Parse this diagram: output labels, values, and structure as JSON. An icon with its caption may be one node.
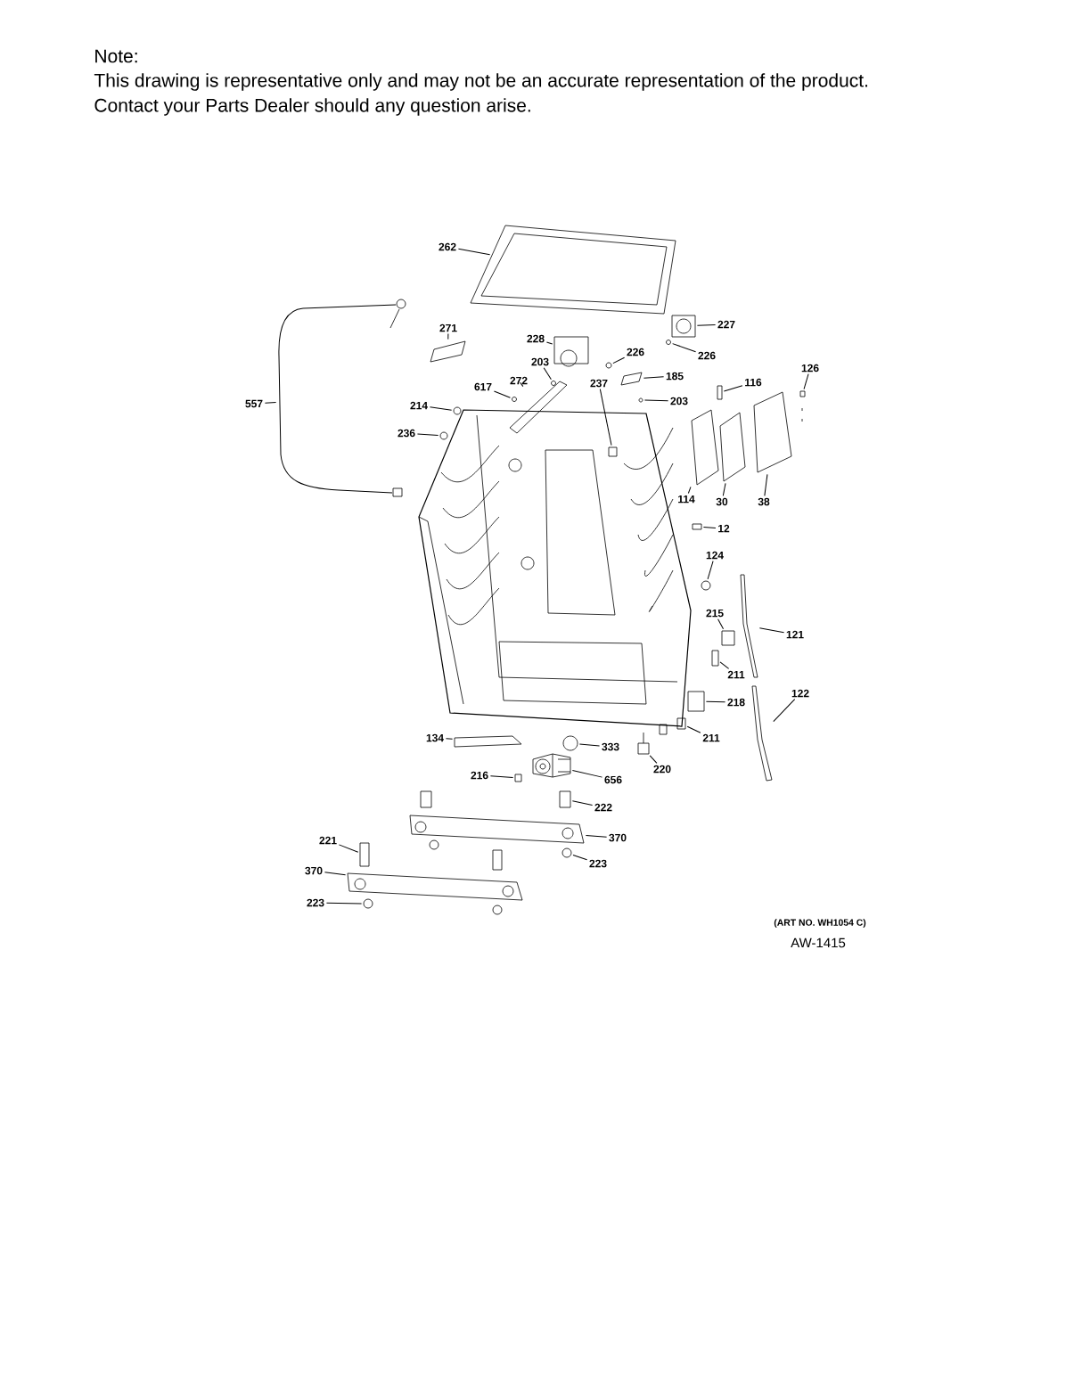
{
  "diagram": {
    "nodes": [
      {
        "text": [
          "262"
        ]
      },
      {
        "text": [
          "271"
        ]
      },
      {
        "text": [
          "228"
        ]
      },
      {
        "text": [
          "226"
        ]
      },
      {
        "text": [
          "203"
        ]
      },
      {
        "text": [
          "227"
        ]
      },
      {
        "text": [
          "226"
        ]
      },
      {
        "text": [
          "185"
        ]
      },
      {
        "text": [
          "126"
        ]
      },
      {
        "text": [
          "116"
        ]
      },
      {
        "text": [
          "272"
        ]
      },
      {
        "text": [
          "617"
        ]
      },
      {
        "text": [
          "237"
        ]
      },
      {
        "text": [
          "203"
        ]
      },
      {
        "text": [
          "557"
        ]
      },
      {
        "text": [
          "214"
        ]
      },
      {
        "text": [
          "236"
        ]
      },
      {
        "text": [
          "114"
        ]
      },
      {
        "text": [
          "30"
        ]
      },
      {
        "text": [
          "38"
        ]
      },
      {
        "text": [
          "12"
        ]
      },
      {
        "text": [
          "124"
        ]
      },
      {
        "text": [
          "121"
        ]
      },
      {
        "text": [
          "215"
        ]
      },
      {
        "text": [
          "211"
        ]
      },
      {
        "text": [
          "122"
        ]
      },
      {
        "text": [
          "218"
        ]
      },
      {
        "text": [
          "211"
        ]
      },
      {
        "text": [
          "134"
        ]
      },
      {
        "text": [
          "333"
        ]
      },
      {
        "text": [
          "220"
        ]
      },
      {
        "text": [
          "216"
        ]
      },
      {
        "text": [
          "656"
        ]
      },
      {
        "text": [
          "222"
        ]
      },
      {
        "text": [
          "370"
        ]
      },
      {
        "text": [
          "221"
        ]
      },
      {
        "text": [
          "223"
        ]
      },
      {
        "text": [
          "370"
        ]
      },
      {
        "text": [
          "223"
        ]
      },
      {
        "text": [],
        "shape": "picture"
      },
      {
        "text": [],
        "shape": "picture"
      },
      {
        "text": [],
        "shape": "picture"
      },
      {
        "text": [],
        "shape": "circle"
      },
      {
        "text": [],
        "shape": "circle"
      },
      {
        "text": [],
        "shape": "picture"
      },
      {
        "text": [],
        "shape": "circle"
      },
      {
        "text": [],
        "shape": "picture"
      },
      {
        "text": [],
        "shape": "box"
      },
      {
        "text": [],
        "shape": "box"
      },
      {
        "text": [],
        "shape": "picture"
      },
      {
        "text": [],
        "shape": "circle"
      },
      {
        "text": [],
        "shape": "box"
      },
      {
        "text": [],
        "shape": "circle"
      },
      {
        "text": [],
        "shape": "picture"
      },
      {
        "text": [],
        "shape": "circle"
      },
      {
        "text": [],
        "shape": "circle"
      },
      {
        "text": [],
        "shape": "picture"
      },
      {
        "text": [],
        "shape": "picture"
      },
      {
        "text": [],
        "shape": "picture"
      },
      {
        "text": [],
        "shape": "box"
      },
      {
        "text": [],
        "shape": "circle"
      },
      {
        "text": [],
        "shape": "picture"
      },
      {
        "text": [],
        "shape": "box"
      },
      {
        "text": [],
        "shape": "box"
      },
      {
        "text": [],
        "shape": "picture"
      },
      {
        "text": [],
        "shape": "box"
      },
      {
        "text": [],
        "shape": "box"
      },
      {
        "text": [],
        "shape": "picture"
      },
      {
        "text": [],
        "shape": "circle"
      },
      {
        "text": [],
        "shape": "picture"
      },
      {
        "text": [],
        "shape": "box"
      },
      {
        "text": [],
        "shape": "picture"
      },
      {
        "text": [],
        "shape": "box"
      },
      {
        "text": [],
        "shape": "picture"
      },
      {
        "text": [],
        "shape": "box"
      },
      {
        "text": [],
        "shape": "circle"
      },
      {
        "text": [],
        "shape": "picture"
      },
      {
        "text": [],
        "shape": "circle"
      }
    ],
    "edges": [
      {
        "from": 0,
        "to": 39,
        "arrow": "none"
      },
      {
        "from": 1,
        "to": 40,
        "arrow": "none"
      },
      {
        "from": 2,
        "to": 41,
        "arrow": "none"
      },
      {
        "from": 3,
        "to": 42,
        "arrow": "none"
      },
      {
        "from": 4,
        "to": 43,
        "arrow": "none"
      },
      {
        "from": 5,
        "to": 44,
        "arrow": "none"
      },
      {
        "from": 6,
        "to": 45,
        "arrow": "none"
      },
      {
        "from": 7,
        "to": 46,
        "arrow": "none"
      },
      {
        "from": 8,
        "to": 47,
        "arrow": "none"
      },
      {
        "from": 9,
        "to": 48,
        "arrow": "none"
      },
      {
        "from": 10,
        "to": 49,
        "arrow": "none"
      },
      {
        "from": 11,
        "to": 50,
        "arrow": "none"
      },
      {
        "from": 12,
        "to": 51,
        "arrow": "none"
      },
      {
        "from": 13,
        "to": 52,
        "arrow": "none"
      },
      {
        "from": 14,
        "to": 53,
        "arrow": "none"
      },
      {
        "from": 15,
        "to": 54,
        "arrow": "none"
      },
      {
        "from": 16,
        "to": 55,
        "arrow": "none"
      },
      {
        "from": 17,
        "to": 56,
        "arrow": "none"
      },
      {
        "from": 18,
        "to": 57,
        "arrow": "none"
      },
      {
        "from": 19,
        "to": 58,
        "arrow": "none"
      },
      {
        "from": 20,
        "to": 59,
        "arrow": "none"
      },
      {
        "from": 21,
        "to": 60,
        "arrow": "none"
      },
      {
        "from": 22,
        "to": 61,
        "arrow": "none"
      },
      {
        "from": 23,
        "to": 62,
        "arrow": "none"
      },
      {
        "from": 24,
        "to": 63,
        "arrow": "none"
      },
      {
        "from": 25,
        "to": 64,
        "arrow": "none"
      },
      {
        "from": 26,
        "to": 65,
        "arrow": "none"
      },
      {
        "from": 27,
        "to": 66,
        "arrow": "none"
      },
      {
        "from": 28,
        "to": 67,
        "arrow": "none"
      },
      {
        "from": 29,
        "to": 68,
        "arrow": "none"
      },
      {
        "from": 30,
        "to": 69,
        "arrow": "none"
      },
      {
        "from": 31,
        "to": 70,
        "arrow": "none"
      },
      {
        "from": 32,
        "to": 71,
        "arrow": "none"
      },
      {
        "from": 33,
        "to": 72,
        "arrow": "none"
      },
      {
        "from": 34,
        "to": 73,
        "arrow": "none"
      },
      {
        "from": 35,
        "to": 74,
        "arrow": "none"
      },
      {
        "from": 36,
        "to": 75,
        "arrow": "none"
      },
      {
        "from": 37,
        "to": 76,
        "arrow": "none"
      },
      {
        "from": 38,
        "to": 77,
        "arrow": "none"
      }
    ],
    "labels": [
      "Note:",
      "This drawing is representative only and may not be an accurate representation of the product.",
      "Contact your Parts Dealer should any question arise.",
      "(ART NO. WH1054 C)",
      "AW-1415"
    ]
  }
}
